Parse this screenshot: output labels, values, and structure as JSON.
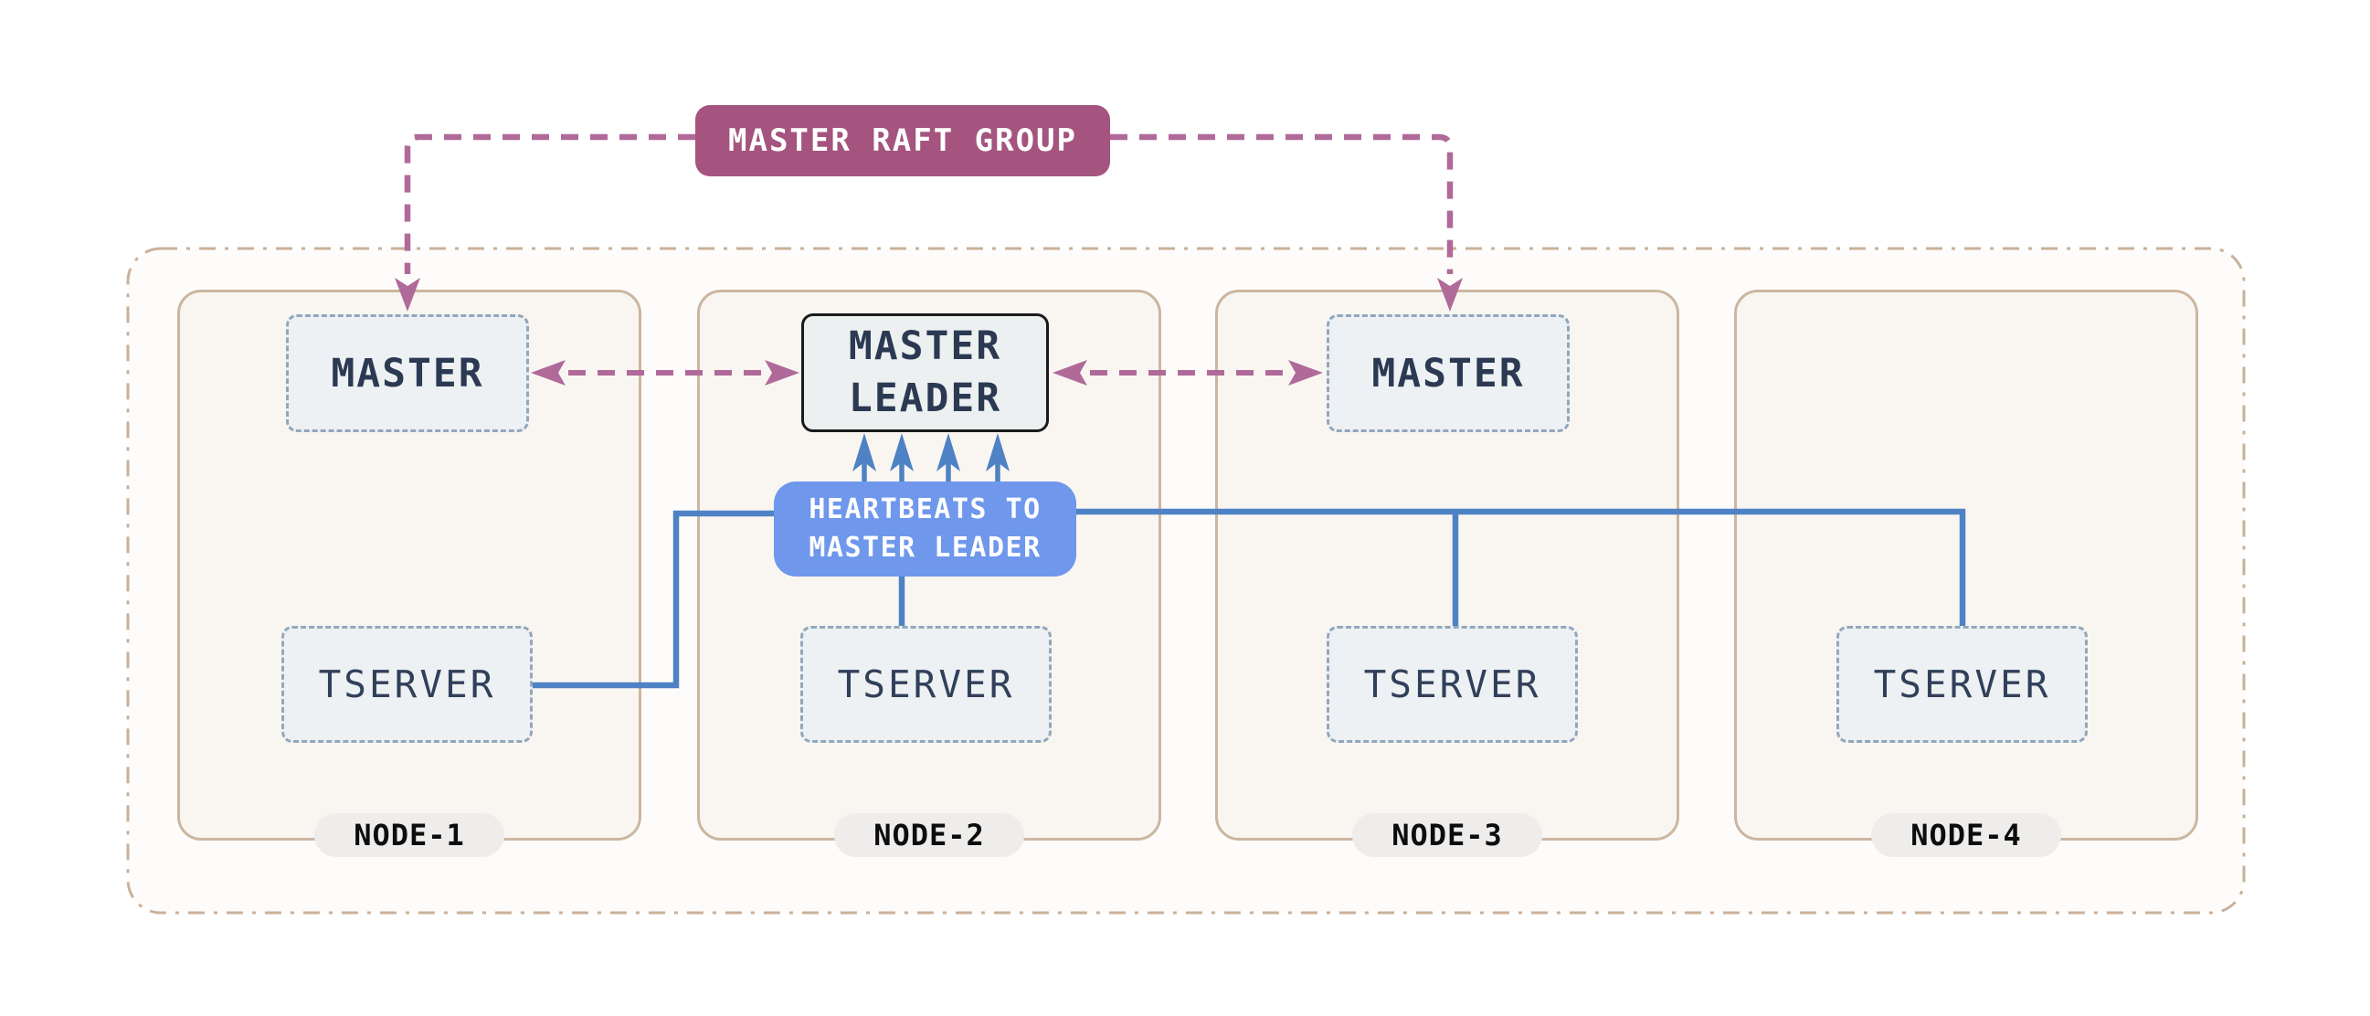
{
  "diagram": {
    "title_badge": "MASTER RAFT GROUP",
    "master_leader": {
      "line1": "MASTER",
      "line2": "LEADER"
    },
    "heartbeats_badge": {
      "line1": "HEARTBEATS TO",
      "line2": "MASTER LEADER"
    },
    "nodes": [
      {
        "label": "NODE-1",
        "master": "MASTER",
        "tserver": "TSERVER"
      },
      {
        "label": "NODE-2",
        "tserver": "TSERVER"
      },
      {
        "label": "NODE-3",
        "master": "MASTER",
        "tserver": "TSERVER"
      },
      {
        "label": "NODE-4",
        "tserver": "TSERVER"
      }
    ],
    "colors": {
      "raft_badge_plum": "#A4547E",
      "raft_link_purple": "#B06A99",
      "heartbeat_badge_blue": "#6F97EB",
      "connector_blue": "#4E82C4",
      "node_border_tan": "#CBB6A0",
      "cluster_border_tan": "#C9B199",
      "node_fill": "#F9F6F2",
      "process_box_fill": "#EDF1F3",
      "process_box_dash_border": "#92A7BB",
      "leader_border_black": "#1A1A1A",
      "text_navy": "#2B3A52",
      "node_pill_fill": "#EFEDEB"
    }
  }
}
